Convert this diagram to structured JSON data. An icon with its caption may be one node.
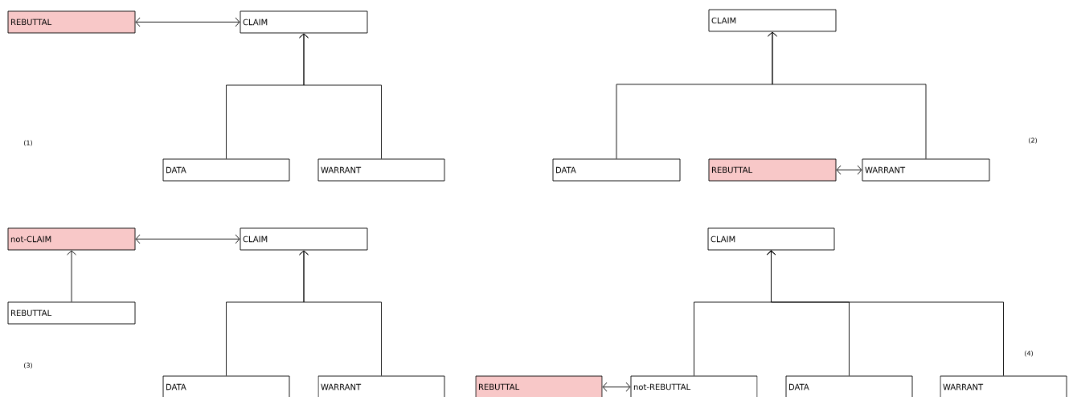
{
  "diagram": {
    "nodes": [
      {
        "text": [
          "REBUTTAL"
        ]
      },
      {
        "text": [
          "CLAIM"
        ]
      },
      {
        "text": [
          "DATA"
        ]
      },
      {
        "text": [
          "WARRANT"
        ]
      },
      {
        "text": [
          "CLAIM"
        ]
      },
      {
        "text": [
          "DATA"
        ]
      },
      {
        "text": [
          "REBUTTAL"
        ]
      },
      {
        "text": [
          "WARRANT"
        ]
      },
      {
        "text": [
          "not-CLAIM"
        ]
      },
      {
        "text": [
          "CLAIM"
        ]
      },
      {
        "text": [
          "REBUTTAL"
        ]
      },
      {
        "text": [
          "DATA"
        ]
      },
      {
        "text": [
          "WARRANT"
        ]
      },
      {
        "text": [
          "CLAIM"
        ]
      },
      {
        "text": [
          "REBUTTAL"
        ]
      },
      {
        "text": [
          "not-REBUTTAL"
        ]
      },
      {
        "text": [
          "DATA"
        ]
      },
      {
        "text": [
          "WARRANT"
        ]
      }
    ],
    "edges": [
      {
        "from": 0,
        "to": 1,
        "arrow": "both"
      },
      {
        "from": 2,
        "to": 1,
        "arrow": "to"
      },
      {
        "from": 3,
        "to": 1,
        "arrow": "to"
      },
      {
        "from": 5,
        "to": 4,
        "arrow": "to"
      },
      {
        "from": 7,
        "to": 4,
        "arrow": "to"
      },
      {
        "from": 6,
        "to": 7,
        "arrow": "both"
      },
      {
        "from": 8,
        "to": 9,
        "arrow": "both"
      },
      {
        "from": 10,
        "to": 8,
        "arrow": "to"
      },
      {
        "from": 11,
        "to": 9,
        "arrow": "to"
      },
      {
        "from": 12,
        "to": 9,
        "arrow": "to"
      },
      {
        "from": 14,
        "to": 15,
        "arrow": "both"
      },
      {
        "from": 15,
        "to": 13,
        "arrow": "to"
      },
      {
        "from": 16,
        "to": 13,
        "arrow": "to"
      },
      {
        "from": 17,
        "to": 13,
        "arrow": "to"
      }
    ],
    "labels": [
      "(1)",
      "(2)",
      "(3)",
      "(4)"
    ]
  }
}
